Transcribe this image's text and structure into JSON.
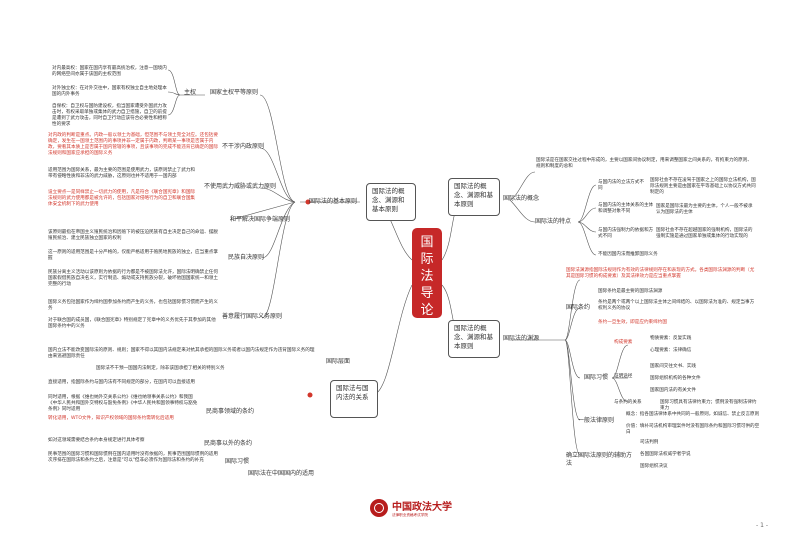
{
  "central": "国际法导论",
  "branches": {
    "b1": "国际法的概念、渊源和基本原则",
    "b2": "国际法的概念、渊源和基本原则",
    "b3": "国际法与国内法的关系"
  },
  "left_top": {
    "principles": "国际法的基本原则",
    "p_sovereign": "国家主权平等原则",
    "sov_owner": "主权",
    "sov_t1": "对内最高权：国家在国内享有最高统治权，注意一国境内的网络空间亦属于该国的主权范围",
    "sov_t2": "对外独立权：在对外交往中，国家有权独立自主地处理本国的内外事务",
    "sov_t3": "自保权：自卫权与国防建设权，指当国家遭受外国武力攻击时，有权采取单独或集体的武力自卫措施，自卫的前提是遭到了武力攻击，同时自卫行动应该符合必要性和相称性的要求",
    "p_noninterf": "不干涉内政原则",
    "noninterf_red": "对内政的判断是重点。内政一般以领土为基础，但范围不与领土完全对应。还包括要确定，发生在一国领土范围内的事项并非一定属于内政，判断某一事项是否属于内政，要看其本质上是否属于国内管辖的事项，且该事项的完成不能违背已确定的国际法规则和国家应承担的国际义务",
    "p_noforce": "不使用武力威胁或武力原则",
    "noforce_t1": "适用范围为国际关系，最为主要的范围是使用武力，该原则禁止了武力和带有侵略性质和非法的武力威胁，这原则也并不适用于一国内部",
    "noforce_red": "设立要点一是同样禁止一切武力的使用，凡是符合《联合国宪章》和国际法规则的武力使用都是被允许的，包括国家对侵略行为的自卫和联合国集体安全机制下的武力使用",
    "p_peaceful": "和平解决国际争端原则",
    "p_selfdet": "民族自决原则",
    "selfdet_t1": "该原则最指在帝国主义殖民统治和因殖下的被压迫民族有自主决定自己的命运、摆脱殖民统治、建立民族独立国家的权利",
    "selfdet_t2": "这一原则的适用范围是十分严格的，仅能严格适用于殖民地民族的独立，应当重点掌握",
    "selfdet_t3": "民族分离主义活动以该原则为依据的行为都是不被国际法允许，国际法明确禁止任何国家假借民族自决名义，实行制造、煽动或支持民族分裂，破坏他国国家统一和领土完整的行动",
    "p_goodfaith": "善意履行国际义务原则",
    "gf_t1": "国际义务包括国家作为缔约国参加条约而产生的义务，也包括国际惯习惯而产生的义务",
    "gf_t2": "对于联合国的成员国，《联合国宪章》特别规定了宪章中的义务优先于其参加的其他国际条约中的义务"
  },
  "right_top": {
    "concept": "国际法的概念",
    "concept_t": "国际法是在国家交往过程中形成的，主要以国家间协议制定，用来调整国家之间关系的，有拘束力的原则、规则和制度的总和",
    "features": "国际法的特点",
    "f1": "与国内法的立法方式不同",
    "f1_t": "国际社会不存在凌驾于国家之上的国际立法机构，国际法规则主要是由国家在平等基础上以协议方式共同制定的",
    "f2": "与国内法的主体关系的主体和调整对象不同",
    "f2_t": "国家是国际法最为主要的主体，个人一般不被承认为国际法的主体",
    "f3": "与国内法强制力的依据和方式不同",
    "f3_t": "国际社会不存在超越国家的强制机构，国际法的强制实施是通过国家单独或集体的行动实现的",
    "f4": "不能因国内法而推卸国际义务"
  },
  "right_mid": {
    "sources": "国际法的渊源",
    "sources_red": "国际法渊源指国际法规则作为有效的法律规则存在和表现的方式。各类国际法渊源的判断（尤其是国际习惯的构成要素）及其法律效力是应当重点掌握",
    "treaty": "国际条约",
    "treaty_t1": "国际条约是最主要的国际法渊源",
    "treaty_t2": "条约是两个或两个以上国际法主体之间缔结的、以国际法为准的、规定当事方权利义务的协议",
    "treaty_red": "条约一旦生效，即是应约束缔约国",
    "custom": "国际习惯",
    "elements": "构成要素",
    "material": "物质要素：反复实践",
    "psych": "心理要素：法律确信",
    "proof": "证明途径",
    "proof1": "国家间交往文书、实践",
    "proof2": "国际组织机构的各种文件",
    "proof3": "国家国内法的有关文件",
    "effect": "与条约的关系",
    "effect_t": "国际习惯具有法律约束力；惯例没有强制法律约束力",
    "general": "一般法律原则",
    "general_t1": "概念：指各国法律体系中共同的一般原则，如诚信、禁止反言原则",
    "general_t2": "价值：填补司法机构审理案件时没有国际条约和国际习惯可供的空白",
    "auxiliary": "确立国际法原则的辅助方法",
    "aux1": "司法判例",
    "aux2": "各国国际法权威学者学说",
    "aux3": "国际组织决议"
  },
  "left_bottom": {
    "international_level": "国际层面",
    "il_t1": "国内立法不能改变国际法的原则、规则；国家不得以其国内法规定来对抗其承担的国际义务或者以国内法规定作为违背国际义务的理由来逃避国际责任",
    "il_t2": "国际法不干预一国国内法制定，除非该国承担了相关的特别义务",
    "application": "国际法在中国国内的适用",
    "civil": "民商事领域的条约",
    "civ_t1": "直接适用，指国际条约与国内法有不同规定的部分，在国内可以直接适用",
    "civ_t2": "同时适用，根据《维也纳外交关系公约》《维也纳领事关系公约》和我国《中华人民共和国外交特权与豁免条例》《中华人民共和国领事特权与豁免条例》同时适用",
    "civ_red": "转化适用，WTO文件，知识产权领域的国际条约需转化后适用",
    "other": "民商事以外的条约",
    "other_t": "如对这领域需要结合条约本身规定进行具体考察",
    "custom_cn": "国际习惯",
    "custom_cn_t": "民事范围的国际习惯和国际惯例在国内适用时没有依据的，民事范围国际惯例的适用次序排在国际法和条约之后，注意是\"可以\"但非必须作为国际法和条约的补充"
  },
  "footer": {
    "page": "- 1 -",
    "logo_cn": "中国政法大学",
    "logo_sub": "法律职业资格考试学院"
  }
}
